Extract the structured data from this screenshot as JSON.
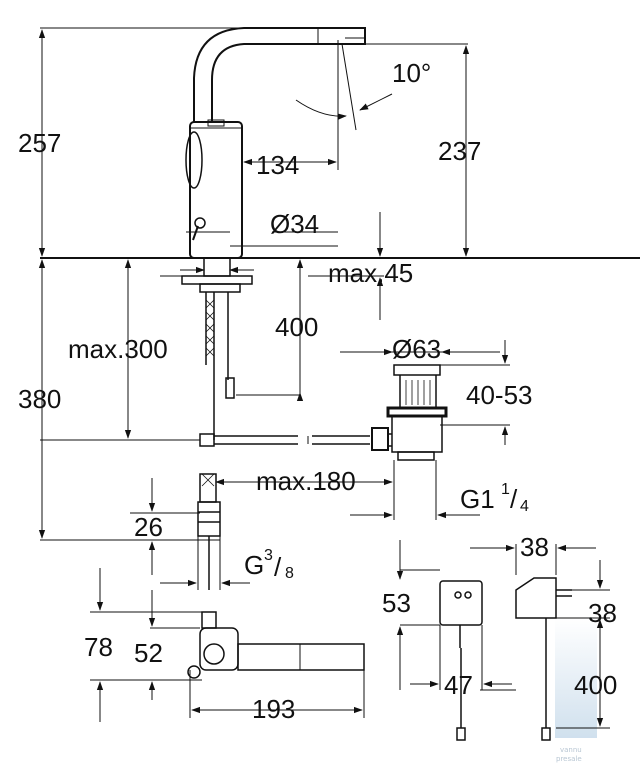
{
  "colors": {
    "line": "#111111",
    "background": "#ffffff",
    "watermark": "#b8c6d3"
  },
  "dimensions": {
    "total_height": "257",
    "spout_height": "237",
    "spout_reach": "134",
    "swivel_angle": "10°",
    "hole_diameter": "Ø34",
    "deck_thickness": "max.45",
    "hose_length": "400",
    "hose_max": "max.300",
    "under_deck_height": "380",
    "waste_diameter": "Ø63",
    "waste_range": "40-53",
    "rod_length": "max.180",
    "waste_thread": {
      "base": "G1",
      "num": "1",
      "den": "4"
    },
    "valve_height": "26",
    "supply_thread": {
      "base": "G",
      "num": "3",
      "den": "8"
    },
    "base_height": "78",
    "base_width": "52",
    "base_length": "193",
    "transformer_height": "53",
    "transformer_width": "47",
    "transformer_depth": "38",
    "transformer_plug": "38",
    "cable_length": "400"
  },
  "watermark": {
    "line1": "vannu",
    "line2": "presale"
  }
}
